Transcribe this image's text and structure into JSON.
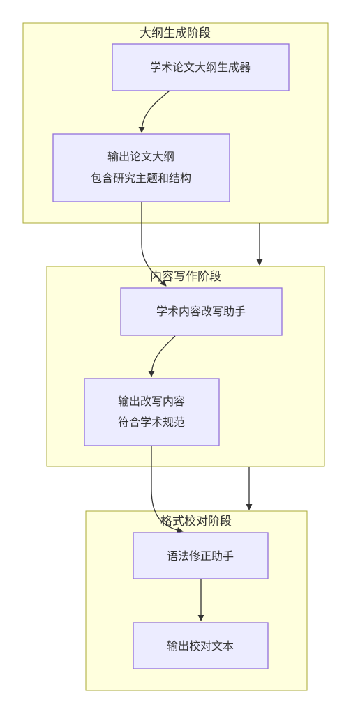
{
  "stages": [
    {
      "id": "outline",
      "title": "大纲生成阶段",
      "nodes": [
        {
          "id": "outline_tool",
          "lines": [
            "学术论文大纲生成器"
          ]
        },
        {
          "id": "outline_output",
          "lines": [
            "输出论文大纲",
            "包含研究主题和结构"
          ]
        }
      ]
    },
    {
      "id": "writing",
      "title": "内容写作阶段",
      "nodes": [
        {
          "id": "rewrite_tool",
          "lines": [
            "学术内容改写助手"
          ]
        },
        {
          "id": "rewrite_output",
          "lines": [
            "输出改写内容",
            "符合学术规范"
          ]
        }
      ]
    },
    {
      "id": "proofreading",
      "title": "格式校对阶段",
      "nodes": [
        {
          "id": "grammar_tool",
          "lines": [
            "语法修正助手"
          ]
        },
        {
          "id": "proof_output",
          "lines": [
            "输出校对文本"
          ]
        }
      ]
    }
  ],
  "edges": [
    {
      "from": "outline_tool",
      "to": "outline_output"
    },
    {
      "from": "rewrite_tool",
      "to": "rewrite_output"
    },
    {
      "from": "grammar_tool",
      "to": "proof_output"
    },
    {
      "from": "outline_output",
      "to": "rewrite_tool"
    },
    {
      "from": "rewrite_output",
      "to": "grammar_tool"
    },
    {
      "from": "stage:outline",
      "to": "stage:writing"
    },
    {
      "from": "stage:writing",
      "to": "stage:proofreading"
    }
  ],
  "colors": {
    "cluster_fill": "#ffffde",
    "cluster_stroke": "#aaaa33",
    "node_fill": "#ececff",
    "node_stroke": "#9370db",
    "edge": "#333333",
    "text": "#333333"
  }
}
